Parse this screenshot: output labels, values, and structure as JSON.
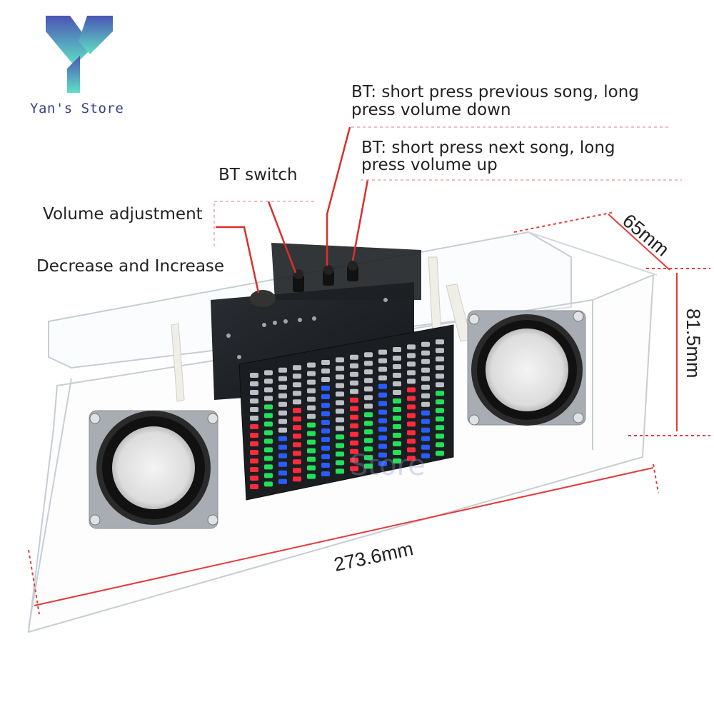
{
  "brand": {
    "name": "Yan's Store",
    "watermark": "Store"
  },
  "callouts": {
    "prev_song": [
      "BT: short press previous song, long",
      "press volume down"
    ],
    "next_song": [
      "BT: short press next song, long",
      "press volume up"
    ],
    "bt_switch": "BT switch",
    "volume_adjustment": "Volume adjustment",
    "decrease_increase": "Decrease and Increase"
  },
  "dimensions": {
    "depth": "65mm",
    "height": "81.5mm",
    "width": "273.6mm"
  },
  "colors": {
    "callout_line": "#d9302a",
    "dimension_line": "#e33b3b",
    "logo_top": "#4b55b5",
    "logo_bottom": "#5fe0c6",
    "led_red": "#ff2a3c",
    "led_green": "#22e05a",
    "led_blue": "#2a5dff",
    "led_white": "#f4f6ff"
  },
  "led_columns": [
    {
      "lit": 8,
      "color": "red"
    },
    {
      "lit": 10,
      "color": "green"
    },
    {
      "lit": 6,
      "color": "blue"
    },
    {
      "lit": 9,
      "color": "red"
    },
    {
      "lit": 7,
      "color": "green"
    },
    {
      "lit": 11,
      "color": "blue"
    },
    {
      "lit": 5,
      "color": "green"
    },
    {
      "lit": 9,
      "color": "red"
    },
    {
      "lit": 7,
      "color": "green"
    },
    {
      "lit": 10,
      "color": "blue"
    },
    {
      "lit": 8,
      "color": "green"
    },
    {
      "lit": 9,
      "color": "red"
    },
    {
      "lit": 6,
      "color": "blue"
    },
    {
      "lit": 8,
      "color": "green"
    }
  ]
}
